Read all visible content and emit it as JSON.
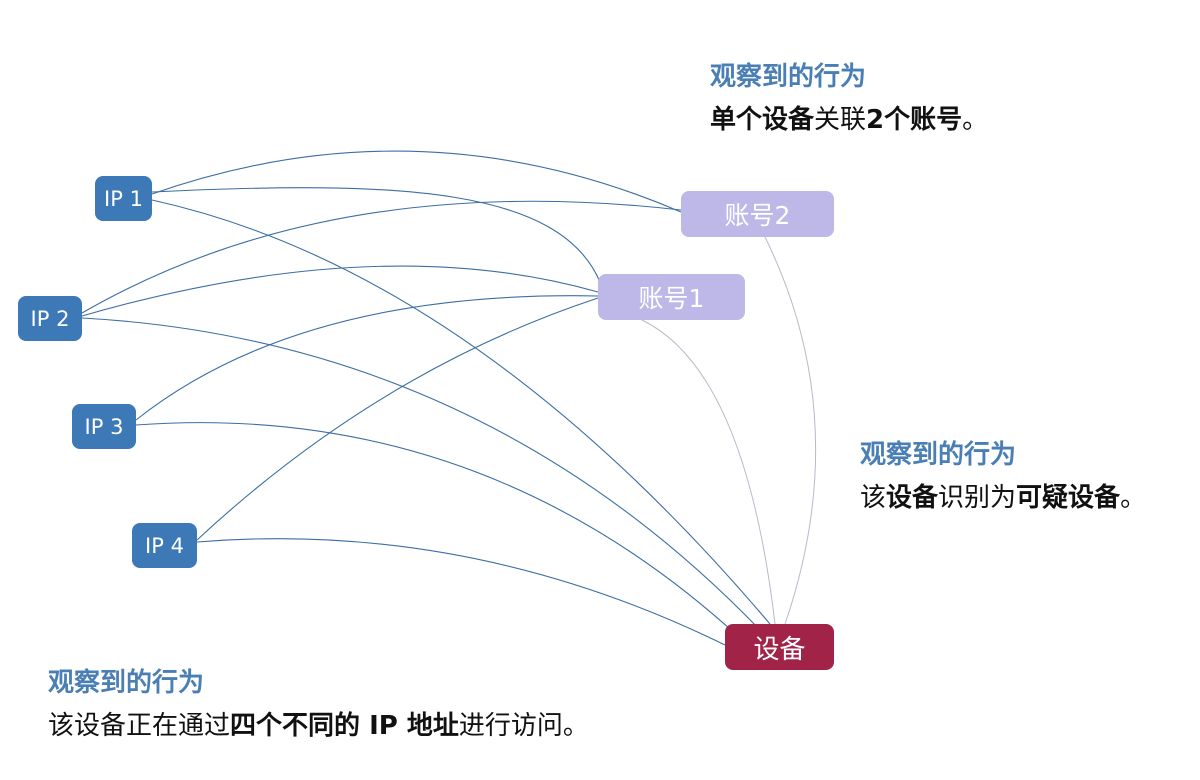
{
  "colors": {
    "ip_node": "#3d78b7",
    "account_node": "#bdb8e8",
    "device_node": "#a12348",
    "title": "#4a7fb5",
    "ip_edge": "#3c6ea4",
    "account_edge": "#b9b9c9"
  },
  "nodes": [
    {
      "label": "IP 1"
    },
    {
      "label": "IP 2"
    },
    {
      "label": "IP 3"
    },
    {
      "label": "IP 4"
    },
    {
      "label": "账号2"
    },
    {
      "label": "账号1"
    },
    {
      "label": "设备"
    }
  ],
  "edges": [
    {
      "from": "IP 1",
      "to": "账号2"
    },
    {
      "from": "IP 1",
      "to": "账号1"
    },
    {
      "from": "IP 1",
      "to": "设备"
    },
    {
      "from": "IP 2",
      "to": "账号2"
    },
    {
      "from": "IP 2",
      "to": "账号1"
    },
    {
      "from": "IP 2",
      "to": "设备"
    },
    {
      "from": "IP 3",
      "to": "账号1"
    },
    {
      "from": "IP 3",
      "to": "设备"
    },
    {
      "from": "IP 4",
      "to": "账号1"
    },
    {
      "from": "IP 4",
      "to": "设备"
    },
    {
      "from": "账号2",
      "to": "设备"
    },
    {
      "from": "账号1",
      "to": "设备"
    }
  ],
  "annotations": {
    "top": {
      "title": "观察到的行为",
      "body": [
        "单个设备",
        "关联",
        "2个账号",
        "。"
      ]
    },
    "mid": {
      "title": "观察到的行为",
      "body": [
        "该",
        "设备",
        "识别为",
        "可疑设备",
        "。"
      ]
    },
    "bottom": {
      "title": "观察到的行为",
      "body": [
        "该设备正在通过",
        "四个不同的 IP 地址",
        "进行访问。"
      ]
    }
  }
}
